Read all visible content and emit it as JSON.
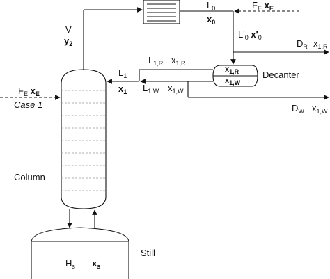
{
  "units": {
    "column": "Column",
    "still": "Still",
    "decanter": "Decanter"
  },
  "streams": {
    "vapor": {
      "name": "V",
      "comp_sym": "y",
      "comp_sub": "2"
    },
    "reflux": {
      "name": "L",
      "name_sub": "0",
      "comp_sym": "x",
      "comp_sub": "0"
    },
    "reflux_mod": {
      "name": "L'",
      "name_sub": "0",
      "comp_sym": "x'",
      "comp_sub": "0"
    },
    "feed_top": {
      "name": "F",
      "name_sub": "E",
      "comp_sym": "x",
      "comp_sub": "E"
    },
    "feed_side": {
      "name": "F",
      "name_sub": "E",
      "comp_sym": "x",
      "comp_sub": "E",
      "case": "Case 1"
    },
    "L1": {
      "name": "L",
      "name_sub": "1",
      "comp_sym": "x",
      "comp_sub": "1"
    },
    "L1R": {
      "name": "L",
      "name_sub": "1,R",
      "comp_sym": "x",
      "comp_sub": "1,R"
    },
    "L1W": {
      "name": "L",
      "name_sub": "1,W",
      "comp_sym": "x",
      "comp_sub": "1,W"
    },
    "DR": {
      "name": "D",
      "name_sub": "R",
      "comp_sym": "x",
      "comp_sub": "1,R"
    },
    "DW": {
      "name": "D",
      "name_sub": "W",
      "comp_sym": "x",
      "comp_sub": "1,W"
    },
    "still_content": {
      "name": "H",
      "name_sub": "s",
      "comp_sym": "x",
      "comp_sub": "s"
    },
    "decanter_top": {
      "comp_sym": "x",
      "comp_sub": "1,R"
    },
    "decanter_bottom": {
      "comp_sym": "x",
      "comp_sub": "1,W"
    }
  }
}
